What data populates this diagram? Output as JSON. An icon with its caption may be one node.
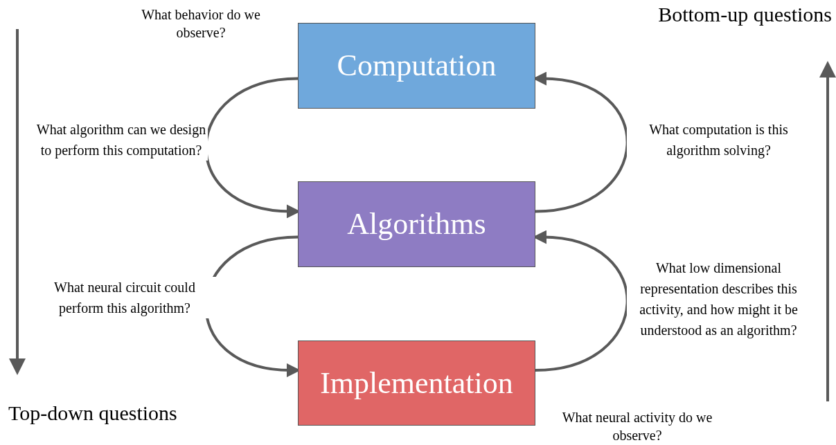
{
  "diagram": {
    "nodes": [
      {
        "text": [
          "Computation"
        ],
        "beside": [
          "What behavior do we observe?"
        ]
      },
      {
        "text": [
          "Algorithms"
        ]
      },
      {
        "text": [
          "Implementation"
        ],
        "beside": [
          "What neural activity do we observe?"
        ]
      }
    ],
    "edges": [
      {
        "from": 0,
        "to": 1,
        "arrow": "to",
        "label": "What algorithm can we design to perform this computation?"
      },
      {
        "from": 1,
        "to": 0,
        "arrow": "to",
        "label": "What computation is this algorithm solving?"
      },
      {
        "from": 1,
        "to": 2,
        "arrow": "to",
        "label": "What neural circuit could perform this algorithm?"
      },
      {
        "from": 2,
        "to": 1,
        "arrow": "to",
        "label": "What low dimensional representation describes this activity, and how might it be understood as an algorithm?"
      }
    ],
    "labels": [
      "Bottom-up questions",
      "Top-down questions"
    ]
  }
}
